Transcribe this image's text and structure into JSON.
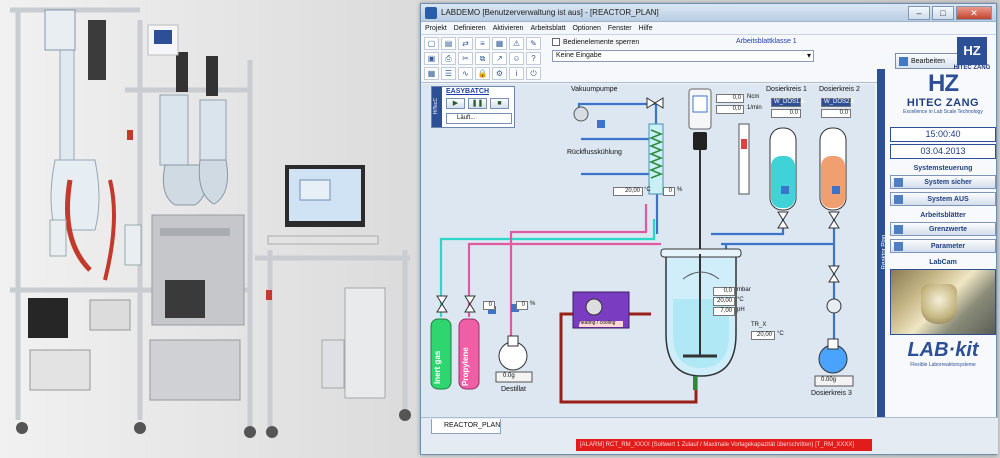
{
  "window": {
    "title": "LABDEMO   [Benutzerverwaltung ist aus] - [REACTOR_PLAN]",
    "minimize": "–",
    "maximize": "□",
    "close": "✕"
  },
  "menu": [
    "Projekt",
    "Definieren",
    "Aktivieren",
    "Arbeitsblatt",
    "Optionen",
    "Fenster",
    "Hilfe"
  ],
  "toolbar": {
    "checkbox_label": "Bedienelemente sperren",
    "select_value": "Keine Eingabe",
    "worksheet_class": "Arbeitsblattklasse 1",
    "edit_button": "Bearbeiten",
    "logo_text": "HITEC ZANG"
  },
  "easybatch": {
    "side_label": "HiTecC",
    "title": "EASYBATCH",
    "status": "Läuft..."
  },
  "process": {
    "vacuum_pump": "Vakuumpumpe",
    "reflux": "Rückflusskühlung",
    "dosing1": "Dosierkreis 1",
    "dosing2": "Dosierkreis 2",
    "dosing3": "Dosierkreis 3",
    "dosing1_tag": "W_DOS1.6",
    "dosing2_tag": "W_DOS2.8",
    "dosing1_val": "0.0",
    "dosing2_val": "0.0",
    "stirrer_ncm": "0,0",
    "stirrer_ncm_unit": "Ncm",
    "stirrer_rpm": "0,0",
    "stirrer_rpm_unit": "1/min",
    "reflux_temp": "20,00",
    "reflux_temp_unit": "°C",
    "reflux_pct": "0",
    "pct_unit": "%",
    "reactor_mbar": "0,0",
    "reactor_mbar_unit": "mbar",
    "reactor_temp": "20,00",
    "reactor_temp_unit": "°C",
    "reactor_ph": "7,00",
    "reactor_ph_unit": "pH",
    "tr_label": "TR_X",
    "tr_temp": "20,00",
    "inert_pct": "0",
    "propylene_pct": "0",
    "inert_gas": "Inert gas",
    "propylene": "Propylene",
    "heating": "heating / cooling",
    "distillate": "Destillat",
    "distillate_weight": "0.0g",
    "dosing3_weight": "0.00g"
  },
  "panel": {
    "strip_label": "Reaktor Plan",
    "logo_mark": "HZ",
    "company": "HITEC ZANG",
    "tagline": "Excellence in Lab Scale Technology",
    "time": "15:00:40",
    "date": "03.04.2013",
    "system_head": "Systemsteuerung",
    "btn_safe": "System sicher",
    "btn_off": "System AUS",
    "sheets_head": "Arbeitsblätter",
    "btn_limits": "Grenzwerte",
    "btn_params": "Parameter",
    "cam_head": "LabCam",
    "labkit": "LAB·kit",
    "labkit_sub": "Flexible Laborreaktorsysteme"
  },
  "tabs": {
    "active": "REACTOR_PLAN"
  },
  "status": {
    "alarm": "[ALARM] RCT_RM_XXXX (Sollwert 1 Zulauf / Maximale Vorlagekapazität überschritten) [T_RM_XXXX]"
  },
  "colors": {
    "brand": "#2d4f96",
    "alarm": "#e21b1b",
    "cyan_liquid": "#3fd3d8",
    "orange_liquid": "#f0a070"
  }
}
